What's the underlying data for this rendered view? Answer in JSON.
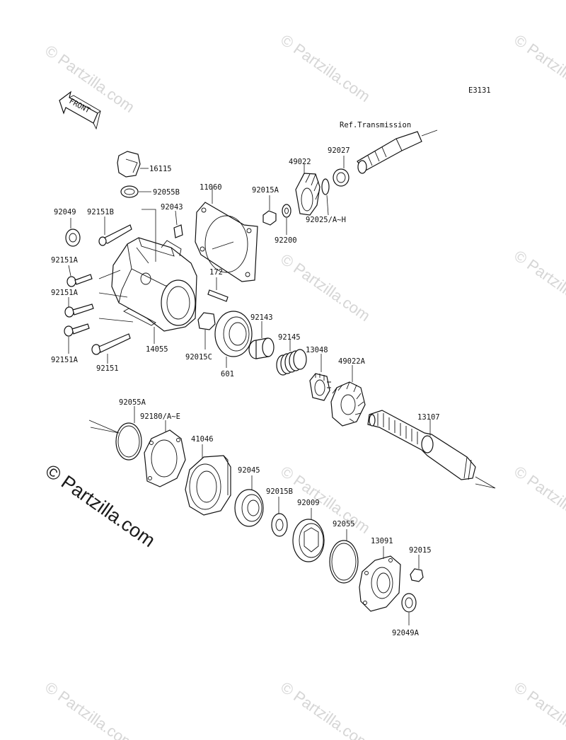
{
  "diagram": {
    "code": "E3131",
    "front_label": "FRONT",
    "reference": "Ref.Transmission",
    "watermark": "© Partzilla.com",
    "watermark_small": "© Partzilla.com",
    "part_numbers": {
      "p16115": "16115",
      "p92055B": "92055B",
      "p11060": "11060",
      "p92015A": "92015A",
      "p49022": "49022",
      "p92027": "92027",
      "p92049": "92049",
      "p92151B": "92151B",
      "p92043": "92043",
      "p92200": "92200",
      "p92025": "92025/A~H",
      "p92151A_1": "92151A",
      "p172": "172",
      "p92151A_2": "92151A",
      "p92143": "92143",
      "p92145": "92145",
      "p13048": "13048",
      "p14055": "14055",
      "p92015C": "92015C",
      "p601": "601",
      "p49022A": "49022A",
      "p92151A_3": "92151A",
      "p92151": "92151",
      "p92055A": "92055A",
      "p92180": "92180/A~E",
      "p41046": "41046",
      "p13107": "13107",
      "p92045": "92045",
      "p92015B": "92015B",
      "p92009": "92009",
      "p92055": "92055",
      "p13091": "13091",
      "p92015": "92015",
      "p92049A": "92049A"
    }
  }
}
